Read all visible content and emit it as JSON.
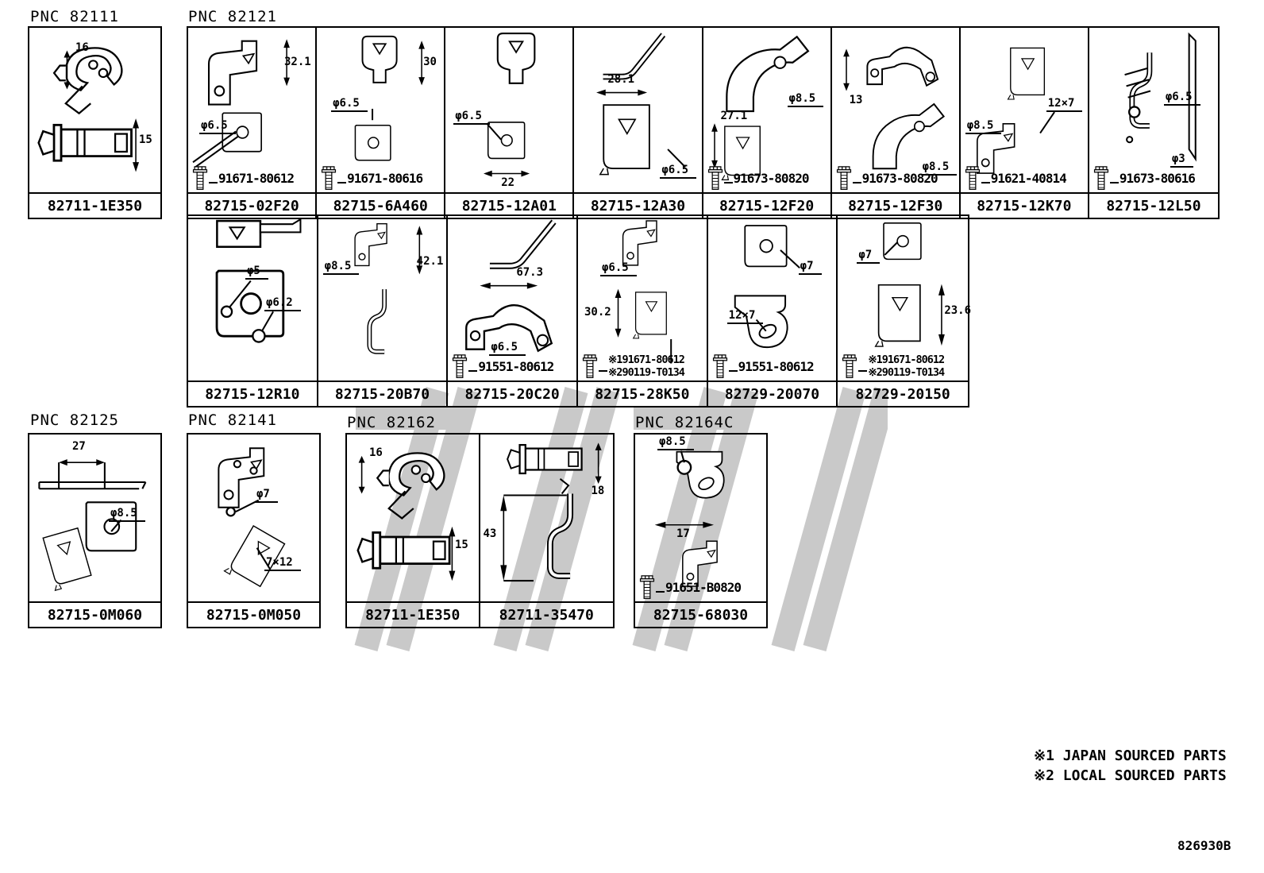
{
  "page": {
    "id": "826930B"
  },
  "notes": {
    "n1": "※1 JAPAN SOURCED PARTS",
    "n2": "※2 LOCAL SOURCED PARTS"
  },
  "watermark_color": "#c9c9c9",
  "groups": {
    "g82111": {
      "pnc": "PNC 82111",
      "cell": {
        "part": "82711-1E350",
        "dim1": "16",
        "dim2": "15"
      }
    },
    "g82121": {
      "pnc": "PNC 82121",
      "row1": [
        {
          "part": "82715-02F20",
          "bolt": "91671-80612",
          "dim1": "32.1",
          "dim2": "φ6.5"
        },
        {
          "part": "82715-6A460",
          "bolt": "91671-80616",
          "dim1": "30",
          "dim2": "φ6.5"
        },
        {
          "part": "82715-12A01",
          "dim1": "φ6.5",
          "dim2": "22"
        },
        {
          "part": "82715-12A30",
          "dim1": "28.1",
          "dim2": "φ6.5"
        },
        {
          "part": "82715-12F20",
          "bolt": "91673-80820",
          "dim1": "φ8.5",
          "dim2": "27.1"
        },
        {
          "part": "82715-12F30",
          "bolt": "91673-80820",
          "dim1": "13",
          "dim2": "φ8.5"
        },
        {
          "part": "82715-12K70",
          "bolt": "91621-40814",
          "dim1": "12×7",
          "dim2": "φ8.5"
        },
        {
          "part": "82715-12L50",
          "bolt": "91673-80616",
          "dim1": "φ6.5",
          "dim2": "φ3"
        }
      ],
      "row2": [
        {
          "part": "82715-12R10",
          "dim1": "φ5",
          "dim2": "φ6.2"
        },
        {
          "part": "82715-20B70",
          "dim1": "φ8.5",
          "dim2": "42.1"
        },
        {
          "part": "82715-20C20",
          "bolt": "91551-80612",
          "dim1": "67.3",
          "dim2": "φ6.5"
        },
        {
          "part": "82715-28K50",
          "bolt1": "※191671-80612",
          "bolt2": "※290119-T0134",
          "dim1": "φ6.5",
          "dim2": "30.2"
        },
        {
          "part": "82729-20070",
          "bolt": "91551-80612",
          "dim1": "φ7",
          "dim2": "12×7"
        },
        {
          "part": "82729-20150",
          "bolt1": "※191671-80612",
          "bolt2": "※290119-T0134",
          "dim1": "φ7",
          "dim2": "23.6"
        }
      ]
    },
    "g82125": {
      "pnc": "PNC 82125",
      "cell": {
        "part": "82715-0M060",
        "dim1": "27",
        "dim2": "φ8.5"
      }
    },
    "g82141": {
      "pnc": "PNC 82141",
      "cell": {
        "part": "82715-0M050",
        "dim1": "φ7",
        "dim2": "7×12"
      }
    },
    "g82162": {
      "pnc": "PNC 82162",
      "cells": [
        {
          "part": "82711-1E350",
          "dim1": "16",
          "dim2": "15"
        },
        {
          "part": "82711-35470",
          "dim1": "18",
          "dim2": "43"
        }
      ]
    },
    "g82164c": {
      "pnc": "PNC 82164C",
      "cell": {
        "part": "82715-68030",
        "bolt": "91651-B0820",
        "dim1": "φ8.5",
        "dim2": "17"
      }
    }
  }
}
